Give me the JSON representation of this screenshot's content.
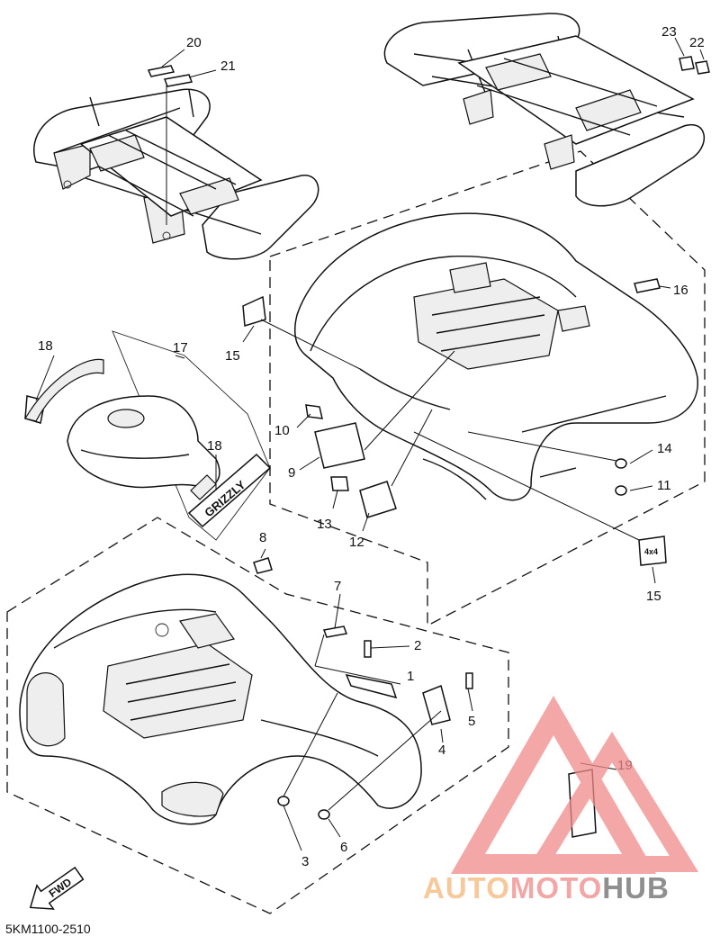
{
  "diagram_code": "5KM1100-2510",
  "fwd_label": "FWD",
  "sticker_label": "GRIZZLY",
  "decal_4x4": "4x4",
  "watermark": {
    "part1": "AUTO",
    "part2": "MOTO",
    "part3": "HUB",
    "colors": {
      "auto": "#f6c89a",
      "moto": "#f3a6a6",
      "hub": "#8f8f8f",
      "triangle": "#f08a8a"
    }
  },
  "callouts": {
    "c1": "1",
    "c2": "2",
    "c3": "3",
    "c4": "4",
    "c5": "5",
    "c6": "6",
    "c7": "7",
    "c8": "8",
    "c9": "9",
    "c10": "10",
    "c11": "11",
    "c12": "12",
    "c13": "13",
    "c14": "14",
    "c15a": "15",
    "c15b": "15",
    "c16": "16",
    "c17": "17",
    "c18a": "18",
    "c18b": "18",
    "c19": "19",
    "c20": "20",
    "c21": "21",
    "c22": "22",
    "c23": "23"
  }
}
